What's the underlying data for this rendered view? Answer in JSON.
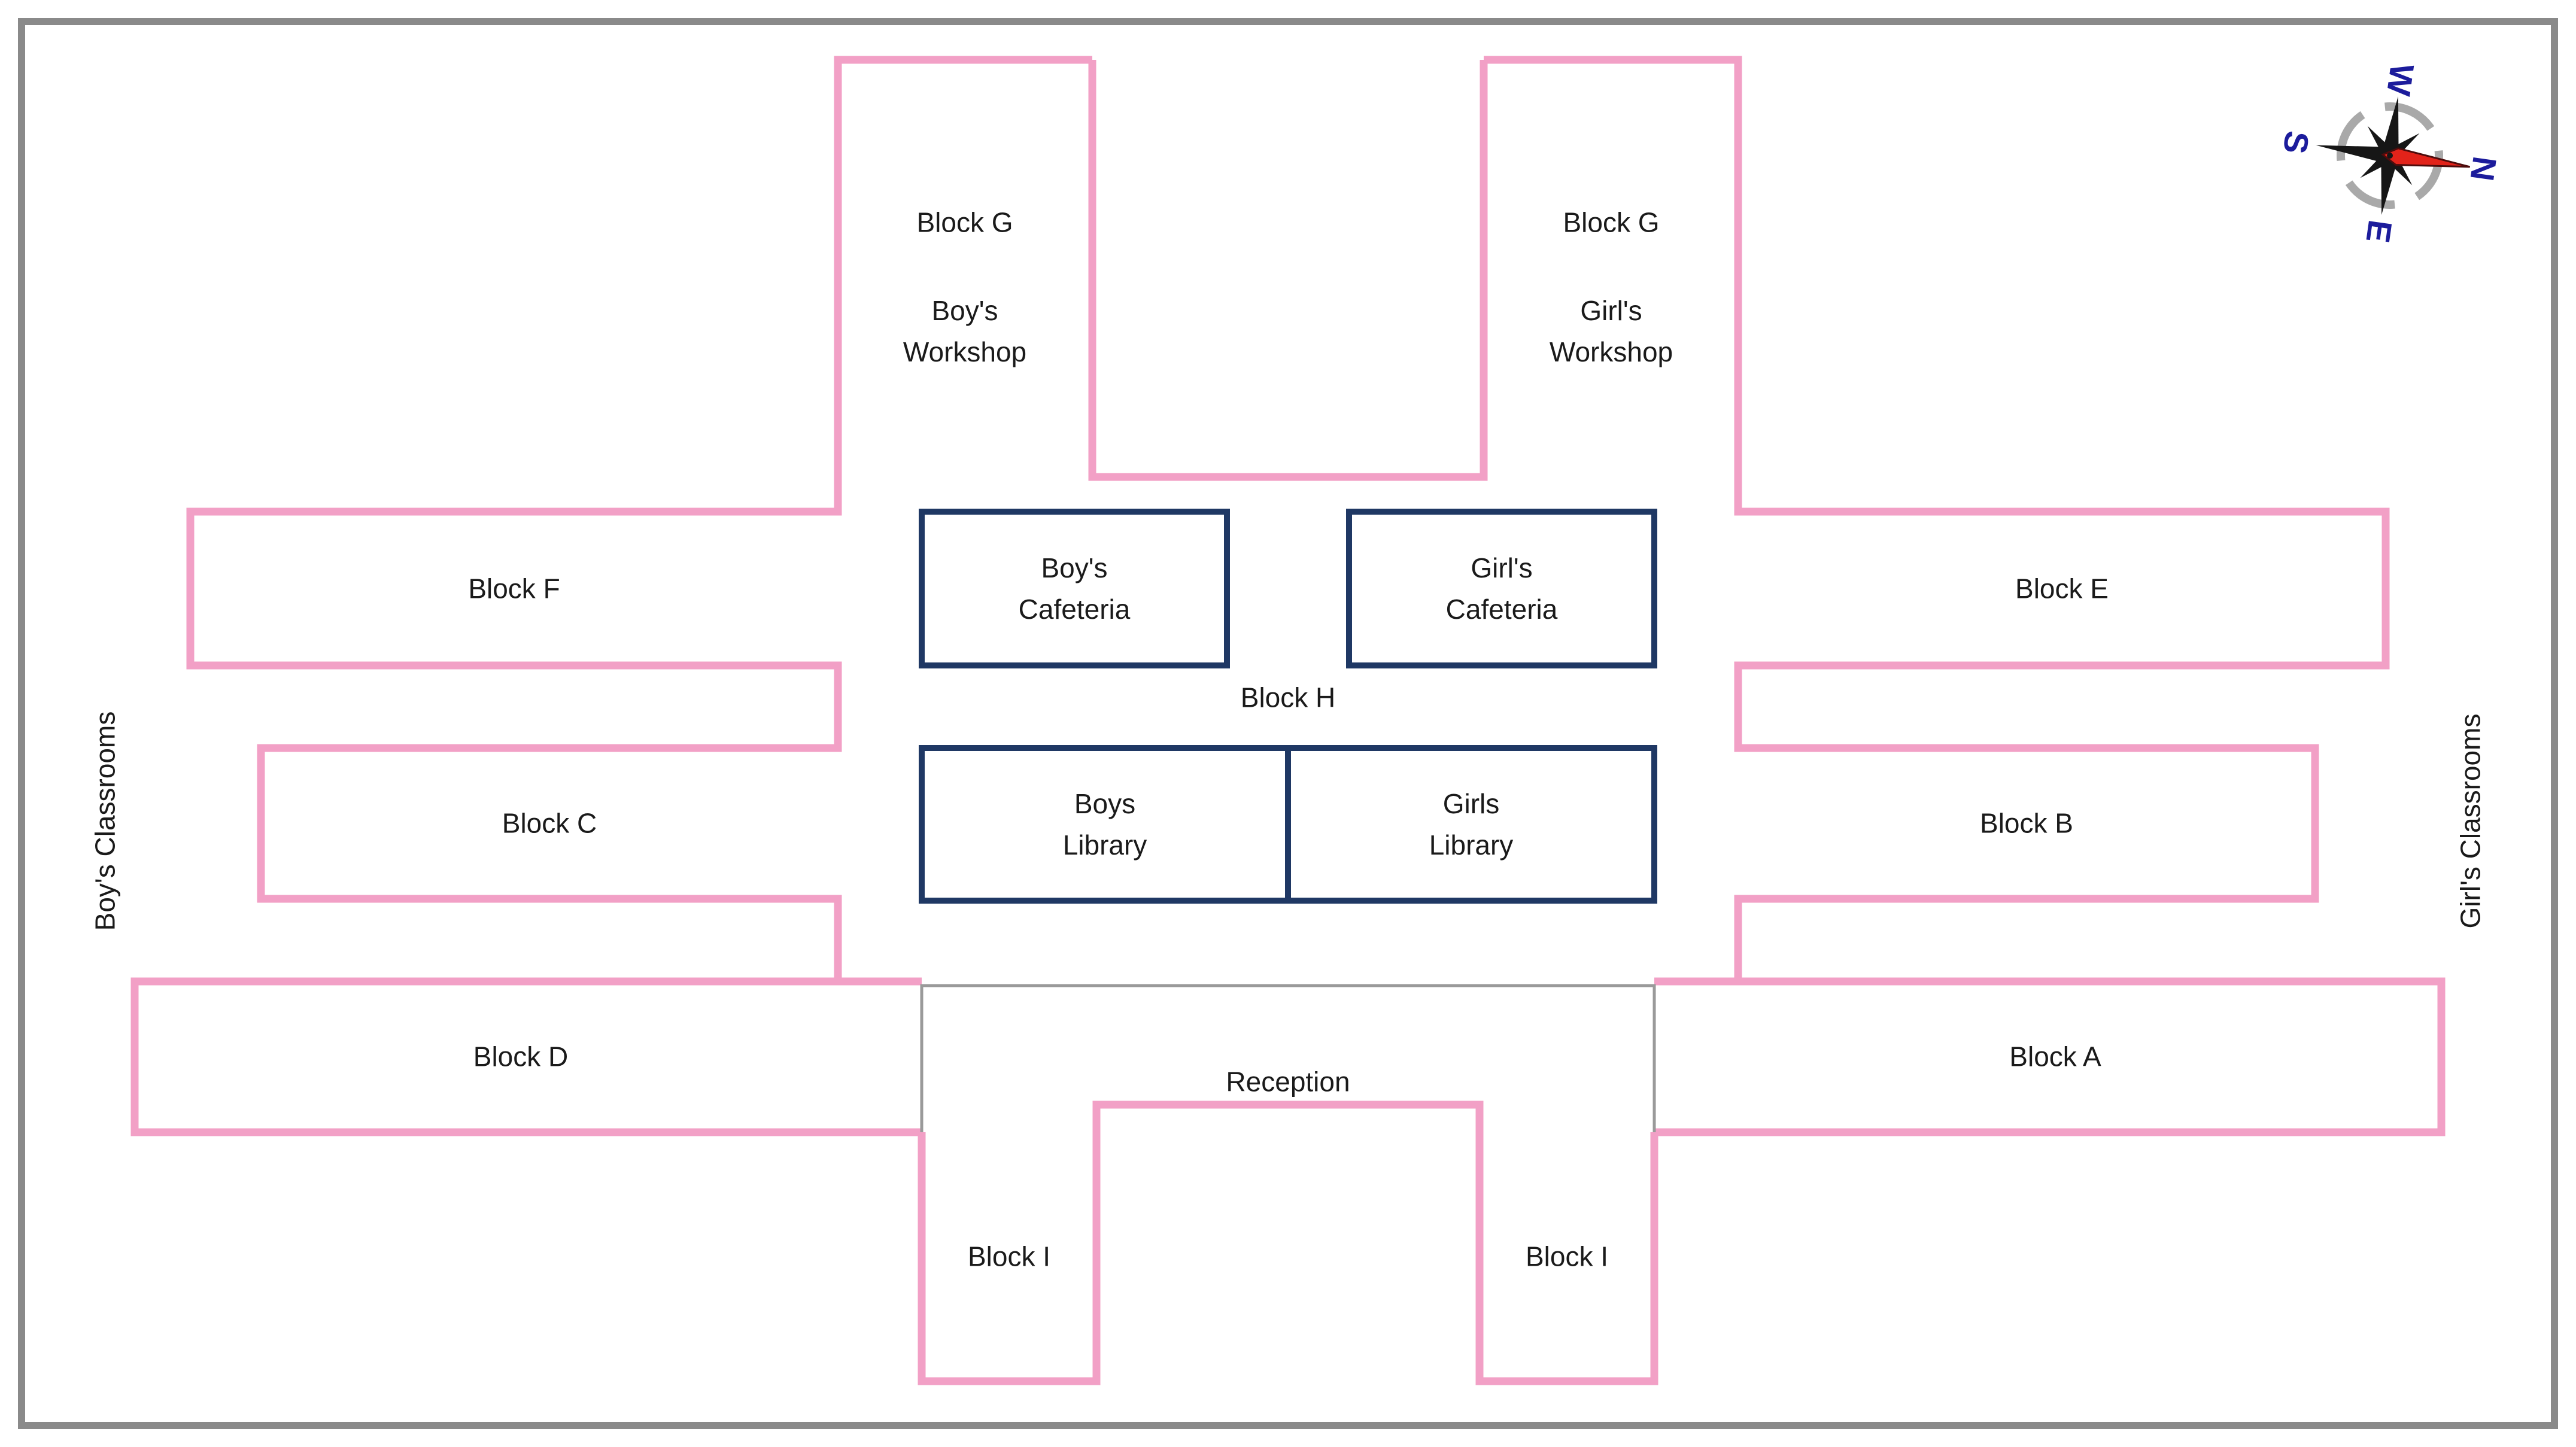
{
  "map": {
    "blocks": {
      "g_boys_title": "Block G",
      "g_boys_sub": "Boy's\nWorkshop",
      "g_girls_title": "Block G",
      "g_girls_sub": "Girl's\nWorkshop",
      "f": "Block F",
      "e": "Block E",
      "boys_cafeteria": "Boy's\nCafeteria",
      "girls_cafeteria": "Girl's\nCafeteria",
      "h": "Block H",
      "c": "Block C",
      "b": "Block B",
      "boys_library": "Boys\nLibrary",
      "girls_library": "Girls\nLibrary",
      "d": "Block D",
      "a": "Block A",
      "reception": "Reception",
      "i_left": "Block I",
      "i_right": "Block I"
    },
    "side_labels": {
      "left": "Boy's Classrooms",
      "right": "Girl's Classrooms"
    },
    "compass": {
      "north": "N",
      "east": "E",
      "south": "S",
      "west": "W"
    },
    "colors": {
      "outline_pink": "#F2A0C6",
      "navy": "#1F3864",
      "border_gray": "#8A8A8A",
      "reception_gray": "#9A9A9A",
      "compass_ring_gray": "#A9A9A9",
      "compass_letter_blue": "#1C1C9C",
      "needle_red": "#E2231A",
      "needle_black": "#161616"
    }
  }
}
